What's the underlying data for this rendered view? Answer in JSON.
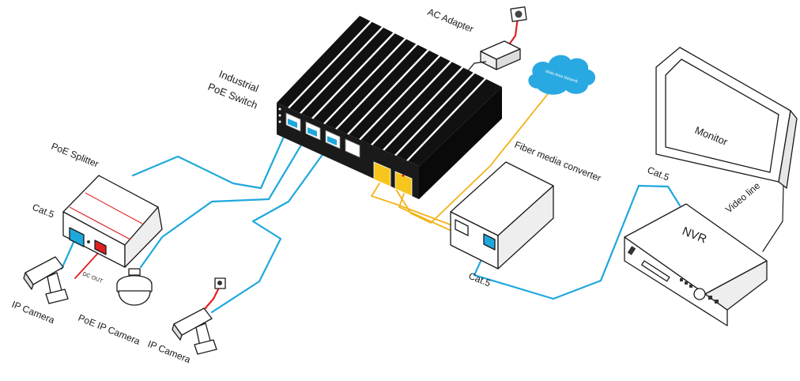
{
  "labels": {
    "switch_line1": "Industrial",
    "switch_line2": "PoE Switch",
    "ac_adapter": "AC Adapter",
    "network": "Wide Area Network",
    "monitor": "Monitor",
    "nvr": "NVR",
    "fiber_converter": "Fiber media converter",
    "poe_splitter": "PoE Splitter",
    "cat5_splitter": "Cat.5",
    "cat5_converter": "Cat.5",
    "cat5_nvr": "Cat.5",
    "video_line": "Video line",
    "dc_out": "DC OUT",
    "ip_camera_1": "IP Camera",
    "poe_ip_camera": "PoE IP Camera",
    "ip_camera_2": "IP Camera"
  },
  "colors": {
    "cat5_cable": "#1fa8dc",
    "fiber_cable": "#f2b31a",
    "power_cable": "#e02020",
    "cloud": "#29a9e1",
    "switch_body": "#111111",
    "device_outline": "#1a1a1a"
  }
}
